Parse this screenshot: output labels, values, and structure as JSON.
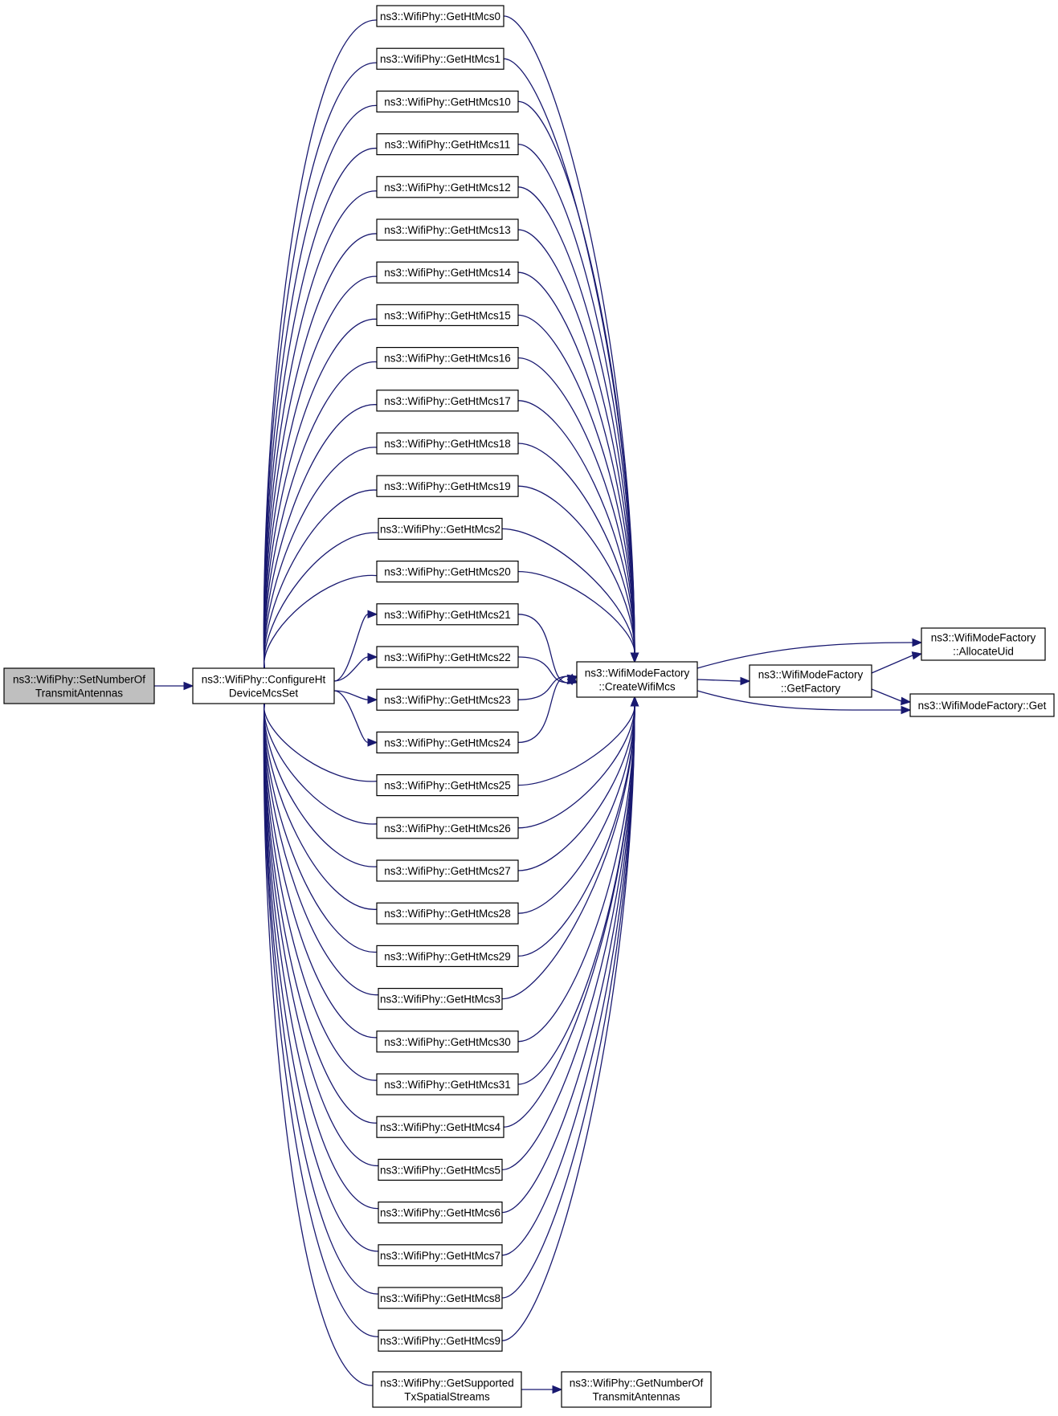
{
  "nodes": [
    {
      "id": "set_ant",
      "lines": [
        "ns3::WifiPhy::SetNumberOf",
        "TransmitAntennas"
      ],
      "root": true
    },
    {
      "id": "cfg",
      "lines": [
        "ns3::WifiPhy::ConfigureHt",
        "DeviceMcsSet"
      ]
    },
    {
      "id": "m0",
      "lines": [
        "ns3::WifiPhy::GetHtMcs0"
      ]
    },
    {
      "id": "m1",
      "lines": [
        "ns3::WifiPhy::GetHtMcs1"
      ]
    },
    {
      "id": "m10",
      "lines": [
        "ns3::WifiPhy::GetHtMcs10"
      ]
    },
    {
      "id": "m11",
      "lines": [
        "ns3::WifiPhy::GetHtMcs11"
      ]
    },
    {
      "id": "m12",
      "lines": [
        "ns3::WifiPhy::GetHtMcs12"
      ]
    },
    {
      "id": "m13",
      "lines": [
        "ns3::WifiPhy::GetHtMcs13"
      ]
    },
    {
      "id": "m14",
      "lines": [
        "ns3::WifiPhy::GetHtMcs14"
      ]
    },
    {
      "id": "m15",
      "lines": [
        "ns3::WifiPhy::GetHtMcs15"
      ]
    },
    {
      "id": "m16",
      "lines": [
        "ns3::WifiPhy::GetHtMcs16"
      ]
    },
    {
      "id": "m17",
      "lines": [
        "ns3::WifiPhy::GetHtMcs17"
      ]
    },
    {
      "id": "m18",
      "lines": [
        "ns3::WifiPhy::GetHtMcs18"
      ]
    },
    {
      "id": "m19",
      "lines": [
        "ns3::WifiPhy::GetHtMcs19"
      ]
    },
    {
      "id": "m2",
      "lines": [
        "ns3::WifiPhy::GetHtMcs2"
      ]
    },
    {
      "id": "m20",
      "lines": [
        "ns3::WifiPhy::GetHtMcs20"
      ]
    },
    {
      "id": "m21",
      "lines": [
        "ns3::WifiPhy::GetHtMcs21"
      ]
    },
    {
      "id": "m22",
      "lines": [
        "ns3::WifiPhy::GetHtMcs22"
      ]
    },
    {
      "id": "m23",
      "lines": [
        "ns3::WifiPhy::GetHtMcs23"
      ]
    },
    {
      "id": "m24",
      "lines": [
        "ns3::WifiPhy::GetHtMcs24"
      ]
    },
    {
      "id": "m25",
      "lines": [
        "ns3::WifiPhy::GetHtMcs25"
      ]
    },
    {
      "id": "m26",
      "lines": [
        "ns3::WifiPhy::GetHtMcs26"
      ]
    },
    {
      "id": "m27",
      "lines": [
        "ns3::WifiPhy::GetHtMcs27"
      ]
    },
    {
      "id": "m28",
      "lines": [
        "ns3::WifiPhy::GetHtMcs28"
      ]
    },
    {
      "id": "m29",
      "lines": [
        "ns3::WifiPhy::GetHtMcs29"
      ]
    },
    {
      "id": "m3",
      "lines": [
        "ns3::WifiPhy::GetHtMcs3"
      ]
    },
    {
      "id": "m30",
      "lines": [
        "ns3::WifiPhy::GetHtMcs30"
      ]
    },
    {
      "id": "m31",
      "lines": [
        "ns3::WifiPhy::GetHtMcs31"
      ]
    },
    {
      "id": "m4",
      "lines": [
        "ns3::WifiPhy::GetHtMcs4"
      ]
    },
    {
      "id": "m5",
      "lines": [
        "ns3::WifiPhy::GetHtMcs5"
      ]
    },
    {
      "id": "m6",
      "lines": [
        "ns3::WifiPhy::GetHtMcs6"
      ]
    },
    {
      "id": "m7",
      "lines": [
        "ns3::WifiPhy::GetHtMcs7"
      ]
    },
    {
      "id": "m8",
      "lines": [
        "ns3::WifiPhy::GetHtMcs8"
      ]
    },
    {
      "id": "m9",
      "lines": [
        "ns3::WifiPhy::GetHtMcs9"
      ]
    },
    {
      "id": "getsup",
      "lines": [
        "ns3::WifiPhy::GetSupported",
        "TxSpatialStreams"
      ]
    },
    {
      "id": "getnum",
      "lines": [
        "ns3::WifiPhy::GetNumberOf",
        "TransmitAntennas"
      ]
    },
    {
      "id": "create",
      "lines": [
        "ns3::WifiModeFactory",
        "::CreateWifiMcs"
      ]
    },
    {
      "id": "getfac",
      "lines": [
        "ns3::WifiModeFactory",
        "::GetFactory"
      ]
    },
    {
      "id": "alloc",
      "lines": [
        "ns3::WifiModeFactory",
        "::AllocateUid"
      ]
    },
    {
      "id": "get",
      "lines": [
        "ns3::WifiModeFactory::Get"
      ]
    }
  ],
  "edges": [
    [
      "set_ant",
      "cfg"
    ],
    [
      "cfg",
      "m0"
    ],
    [
      "cfg",
      "m1"
    ],
    [
      "cfg",
      "m10"
    ],
    [
      "cfg",
      "m11"
    ],
    [
      "cfg",
      "m12"
    ],
    [
      "cfg",
      "m13"
    ],
    [
      "cfg",
      "m14"
    ],
    [
      "cfg",
      "m15"
    ],
    [
      "cfg",
      "m16"
    ],
    [
      "cfg",
      "m17"
    ],
    [
      "cfg",
      "m18"
    ],
    [
      "cfg",
      "m19"
    ],
    [
      "cfg",
      "m2"
    ],
    [
      "cfg",
      "m20"
    ],
    [
      "cfg",
      "m21"
    ],
    [
      "cfg",
      "m22"
    ],
    [
      "cfg",
      "m23"
    ],
    [
      "cfg",
      "m24"
    ],
    [
      "cfg",
      "m25"
    ],
    [
      "cfg",
      "m26"
    ],
    [
      "cfg",
      "m27"
    ],
    [
      "cfg",
      "m28"
    ],
    [
      "cfg",
      "m29"
    ],
    [
      "cfg",
      "m3"
    ],
    [
      "cfg",
      "m30"
    ],
    [
      "cfg",
      "m31"
    ],
    [
      "cfg",
      "m4"
    ],
    [
      "cfg",
      "m5"
    ],
    [
      "cfg",
      "m6"
    ],
    [
      "cfg",
      "m7"
    ],
    [
      "cfg",
      "m8"
    ],
    [
      "cfg",
      "m9"
    ],
    [
      "cfg",
      "getsup"
    ],
    [
      "getsup",
      "getnum"
    ],
    [
      "m0",
      "create"
    ],
    [
      "m1",
      "create"
    ],
    [
      "m10",
      "create"
    ],
    [
      "m11",
      "create"
    ],
    [
      "m12",
      "create"
    ],
    [
      "m13",
      "create"
    ],
    [
      "m14",
      "create"
    ],
    [
      "m15",
      "create"
    ],
    [
      "m16",
      "create"
    ],
    [
      "m17",
      "create"
    ],
    [
      "m18",
      "create"
    ],
    [
      "m19",
      "create"
    ],
    [
      "m2",
      "create"
    ],
    [
      "m20",
      "create"
    ],
    [
      "m21",
      "create"
    ],
    [
      "m22",
      "create"
    ],
    [
      "m23",
      "create"
    ],
    [
      "m24",
      "create"
    ],
    [
      "m25",
      "create"
    ],
    [
      "m26",
      "create"
    ],
    [
      "m27",
      "create"
    ],
    [
      "m28",
      "create"
    ],
    [
      "m29",
      "create"
    ],
    [
      "m3",
      "create"
    ],
    [
      "m30",
      "create"
    ],
    [
      "m31",
      "create"
    ],
    [
      "m4",
      "create"
    ],
    [
      "m5",
      "create"
    ],
    [
      "m6",
      "create"
    ],
    [
      "m7",
      "create"
    ],
    [
      "m8",
      "create"
    ],
    [
      "m9",
      "create"
    ],
    [
      "create",
      "getfac"
    ],
    [
      "create",
      "alloc"
    ],
    [
      "create",
      "get"
    ],
    [
      "getfac",
      "alloc"
    ],
    [
      "getfac",
      "get"
    ]
  ],
  "colors": {
    "edge": "#191970",
    "root_fill": "#bfbfbf",
    "node_fill": "#ffffff",
    "border": "#000000"
  }
}
